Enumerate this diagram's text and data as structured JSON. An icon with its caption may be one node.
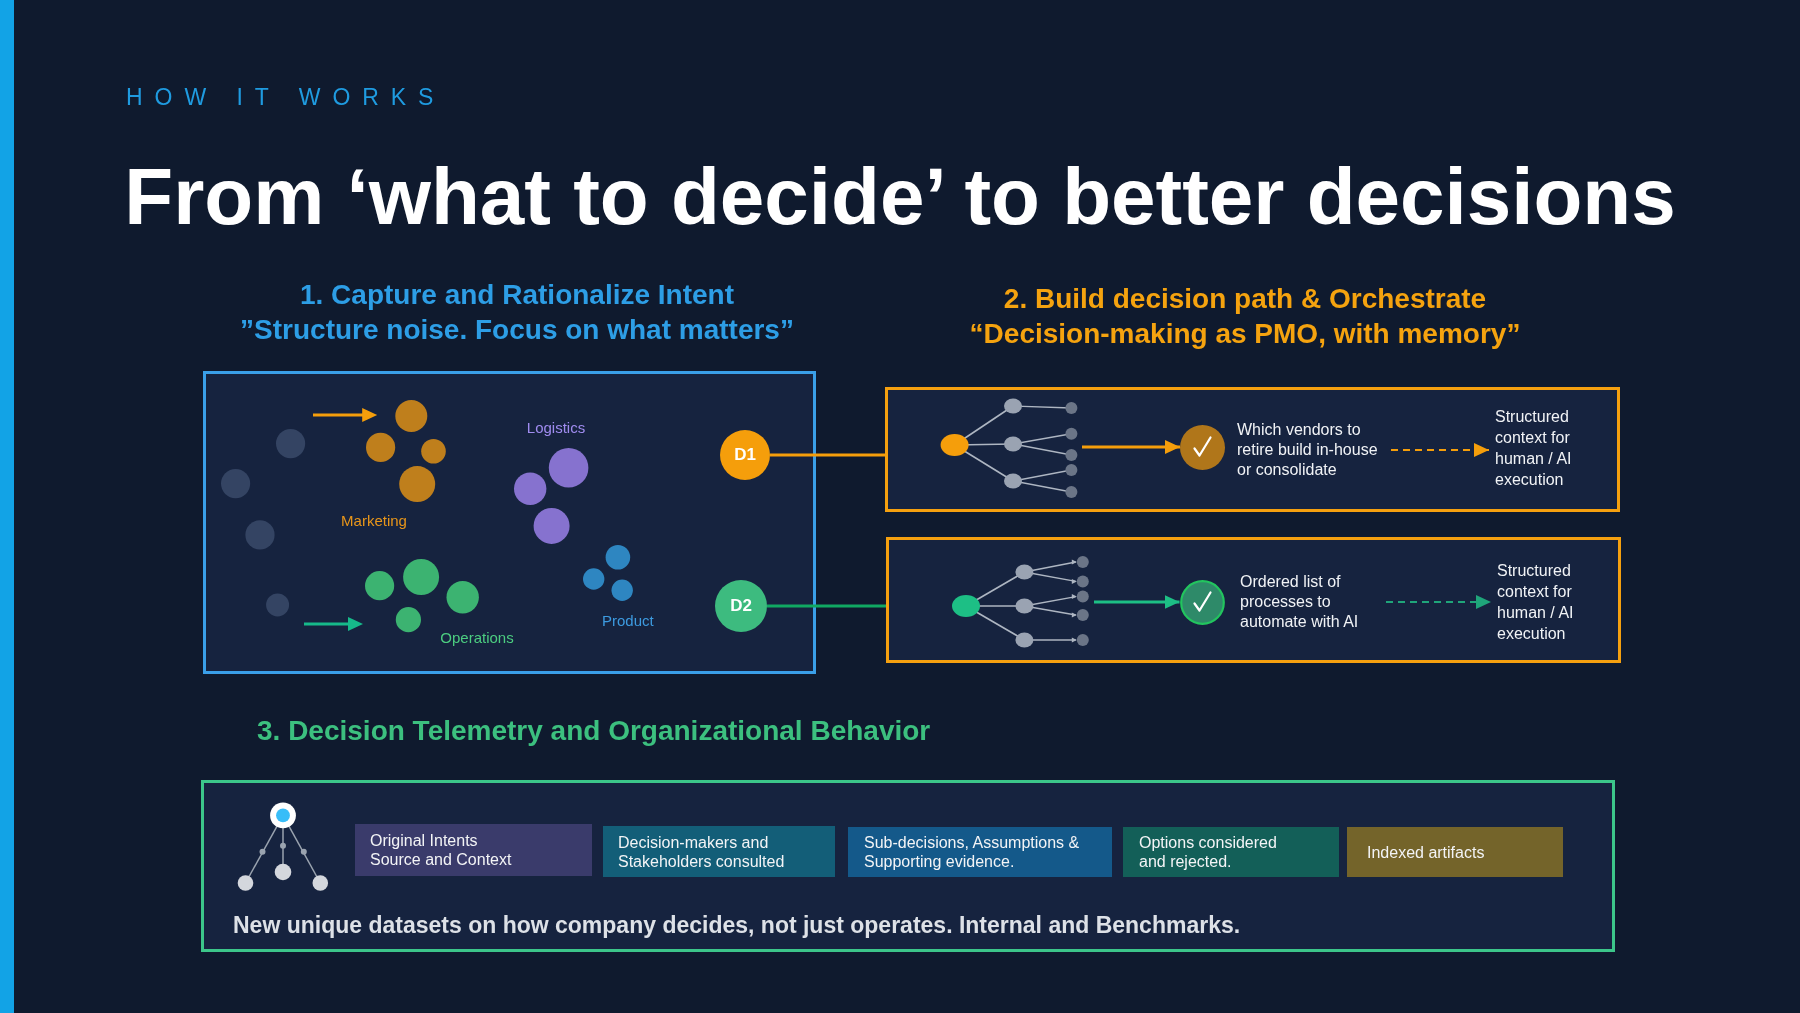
{
  "diagram": {
    "title": "From ‘what to decide’ to better decisions",
    "nodes": [
      {
        "text": [
          "1. Capture and Rationalize Intent",
          "”Structure noise. Focus on what matters”"
        ]
      },
      {
        "text": [
          "D1"
        ],
        "in": 0
      },
      {
        "text": [
          "D2"
        ],
        "in": 0
      },
      {
        "text": [
          "2. Build decision path & Orchestrate",
          "“Decision-making as PMO, with memory”"
        ]
      },
      {
        "text": [],
        "shape": "picture",
        "in": 3
      },
      {
        "text": [],
        "shape": "circle",
        "in": 3
      },
      {
        "text": [
          "Which vendors to retire build in-house or consolidate"
        ],
        "in": 3
      },
      {
        "text": [
          "Structured context for human / AI execution"
        ],
        "in": 3
      },
      {
        "text": [],
        "shape": "box"
      },
      {
        "text": [],
        "shape": "picture",
        "in": 8
      },
      {
        "text": [],
        "shape": "circle",
        "in": 8
      },
      {
        "text": [
          "Ordered list of processes to automate with AI"
        ],
        "in": 8
      },
      {
        "text": [
          "Structured context for human / AI execution"
        ],
        "in": 8
      },
      {
        "text": [
          "3. Decision Telemetry and Organizational Behavior",
          "New unique datasets on how company decides, not just operates. Internal and Benchmarks."
        ]
      },
      {
        "text": [
          "Original Intents Source and Context"
        ],
        "in": 13
      },
      {
        "text": [
          "Decision-makers and Stakeholders consulted"
        ],
        "in": 13
      },
      {
        "text": [
          "Sub-decisions, Assumptions & Supporting evidence."
        ],
        "in": 13
      },
      {
        "text": [
          "Options considered and rejected."
        ],
        "in": 13
      },
      {
        "text": [
          "Indexed artifacts"
        ],
        "in": 13
      }
    ],
    "edges": [
      {
        "from": 1,
        "to": 3,
        "arrow": "none",
        "color": "#f59e0b"
      },
      {
        "from": 2,
        "to": 8,
        "arrow": "none",
        "color": "#10a862"
      },
      {
        "from": 4,
        "to": 5,
        "arrow": "to",
        "color": "#f59e0b"
      },
      {
        "from": 6,
        "to": 7,
        "arrow": "to",
        "style": "dashed",
        "color": "#f59e0b"
      },
      {
        "from": 9,
        "to": 10,
        "arrow": "to",
        "color": "#1dbf85"
      },
      {
        "from": 11,
        "to": 12,
        "arrow": "to",
        "style": "dashed",
        "color": "#1fa57a"
      }
    ],
    "labels": [
      "HOW IT WORKS",
      "Logistics",
      "Marketing",
      "Product",
      "Operations"
    ]
  }
}
